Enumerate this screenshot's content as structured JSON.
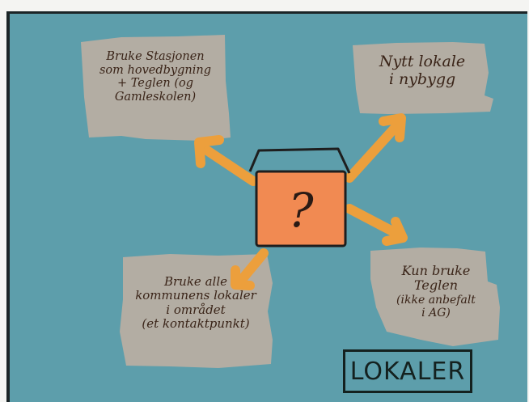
{
  "diagram": {
    "title": "LOKALER",
    "center_symbol": "?",
    "options": [
      {
        "id": "top-left",
        "lines": [
          "Bruke Stasjonen",
          "som hovedbygning",
          "+ Teglen (og",
          "Gamleskolen)"
        ]
      },
      {
        "id": "top-right",
        "lines": [
          "Nytt lokale",
          "i nybygg"
        ]
      },
      {
        "id": "bottom-left",
        "lines": [
          "Bruke alle",
          "kommunens lokaler",
          "i området",
          "(et kontaktpunkt)"
        ]
      },
      {
        "id": "bottom-right",
        "lines": [
          "Kun bruke",
          "Teglen",
          "(ikke anbefalt",
          "i AG)"
        ]
      }
    ]
  },
  "colors": {
    "board": "#5d9eab",
    "note": "#b3ada3",
    "arrow": "#ec9f3c",
    "center_fill": "#f18a52",
    "center_border": "#1e1e1e"
  }
}
